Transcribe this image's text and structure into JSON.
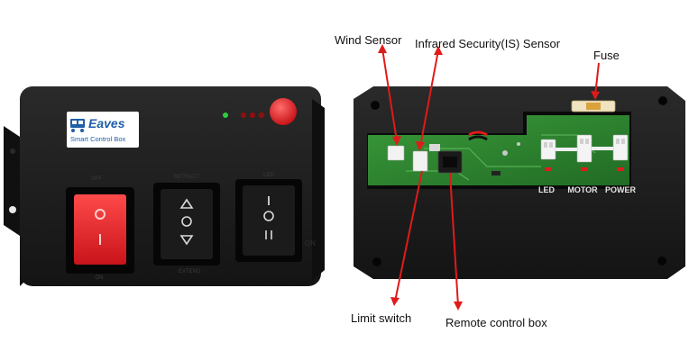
{
  "front_panel": {
    "brand_name": "Eaves",
    "brand_subtitle": "Smart Control Box",
    "switch_left_top": "OFF",
    "switch_left_bottom": "ON",
    "switch_middle_top": "RETRACT",
    "switch_middle_bottom": "EXTEND",
    "switch_right_top": "LED",
    "switch_right_bottom": "ON"
  },
  "back_panel": {
    "port_led": "LED",
    "port_motor": "MOTOR",
    "port_power": "POWER"
  },
  "callouts": {
    "wind_sensor": "Wind Sensor",
    "infrared_sensor": "Infrared Security(IS) Sensor",
    "fuse": "Fuse",
    "limit_switch": "Limit switch",
    "remote_control_box": "Remote control box"
  },
  "colors": {
    "housing": "#1c1c1c",
    "rocker_red": "#e0262b",
    "arrow_red": "#e01a1a",
    "pcb_green": "#2f8a2f",
    "brand_blue": "#1f5fa8"
  }
}
